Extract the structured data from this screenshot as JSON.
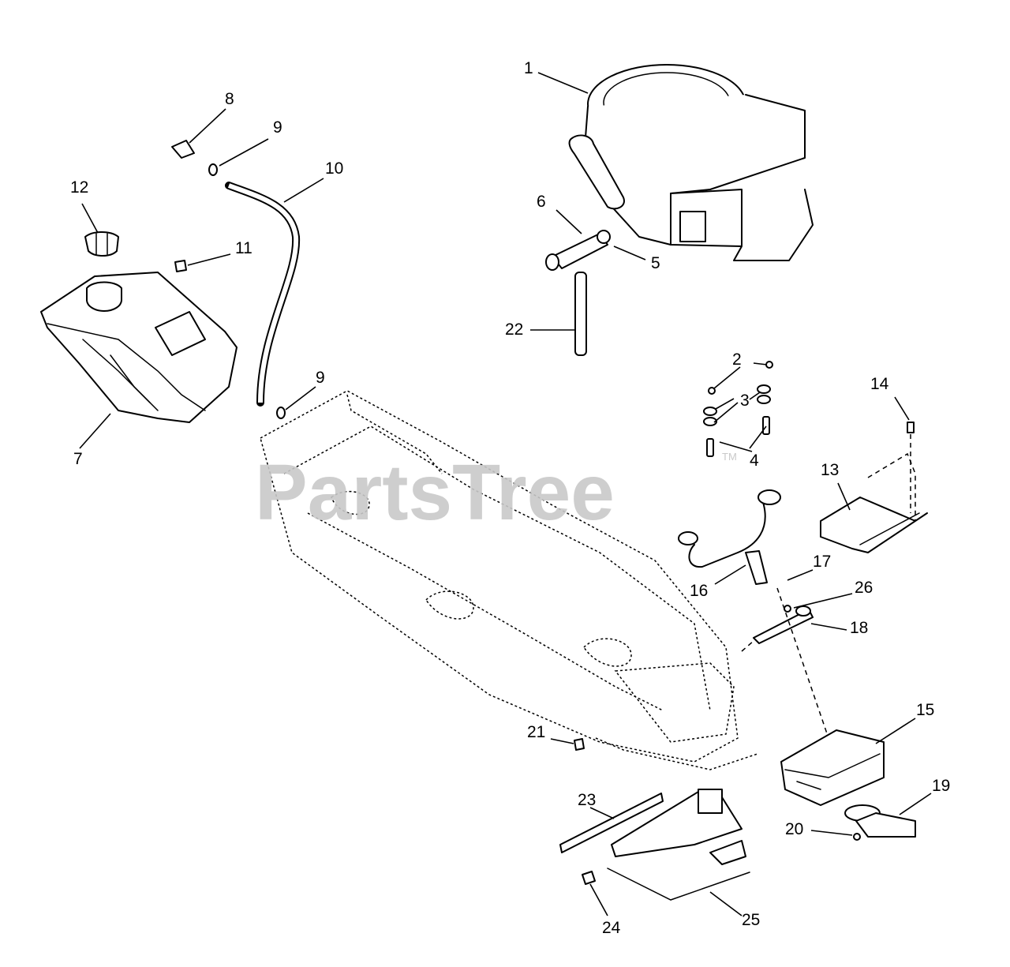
{
  "watermark": {
    "text": "PartsTree",
    "trademark": "TM"
  },
  "callouts": {
    "c1": "1",
    "c2": "2",
    "c3": "3",
    "c4": "4",
    "c5": "5",
    "c6": "6",
    "c7": "7",
    "c8": "8",
    "c9a": "9",
    "c9b": "9",
    "c10": "10",
    "c11": "11",
    "c12": "12",
    "c13": "13",
    "c14": "14",
    "c15": "15",
    "c16": "16",
    "c17": "17",
    "c18": "18",
    "c19": "19",
    "c20": "20",
    "c21": "21",
    "c22": "22",
    "c23": "23",
    "c24": "24",
    "c25": "25",
    "c26": "26"
  }
}
